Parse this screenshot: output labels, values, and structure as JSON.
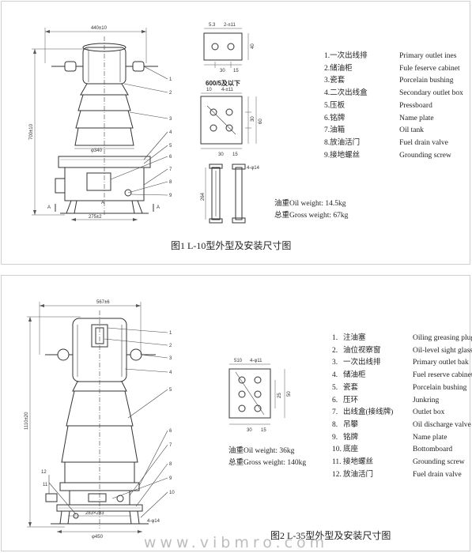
{
  "figure1": {
    "caption": "图1 L-10型外型及安装尺寸图",
    "legend": [
      {
        "num": "1.",
        "cn": "一次出线排",
        "en": "Primary outlet ines"
      },
      {
        "num": "2.",
        "cn": "储油柜",
        "en": "Fule feserve cabinet"
      },
      {
        "num": "3.",
        "cn": "瓷套",
        "en": "Porcelain bushing"
      },
      {
        "num": "4.",
        "cn": "二次出线盒",
        "en": "Secondary outlet box"
      },
      {
        "num": "5.",
        "cn": "压板",
        "en": "Pressboard"
      },
      {
        "num": "6.",
        "cn": "铭牌",
        "en": "Name plate"
      },
      {
        "num": "7.",
        "cn": "油箱",
        "en": "Oil tank"
      },
      {
        "num": "8.",
        "cn": "放油活门",
        "en": "Fuel drain valve"
      },
      {
        "num": "9.",
        "cn": "接地螺丝",
        "en": "Grounding screw"
      }
    ],
    "oil_weight": "油重Oil weight: 14.5kg",
    "gross_weight": "总重Gross weight: 67kg",
    "dims": {
      "top_width": "440±10",
      "height": "700±10",
      "diameter": "φ340",
      "base_width": "275±2",
      "section_a": "A",
      "view_a": "A",
      "view_a2": "A",
      "detail_title": "600/5及以下",
      "d_5_3": "5.3",
      "d_2_11": "2-±11",
      "d_40": "40",
      "d_30": "30",
      "d_15": "15",
      "d_10": "10",
      "d_4_11": "4-±11",
      "d_30b": "30",
      "d_15b": "15",
      "d_60": "60",
      "d_30v": "30",
      "d_264": "264",
      "d_4_14": "4-φ14",
      "callouts": [
        "1",
        "2",
        "3",
        "4",
        "5",
        "6",
        "7",
        "8",
        "9"
      ]
    }
  },
  "figure2": {
    "caption": "图2 L-35型外型及安装尺寸图",
    "legend": [
      {
        "num": "1.",
        "cn": "注油塞",
        "en": "Oiling greasing plug"
      },
      {
        "num": "2.",
        "cn": "油位视察窗",
        "en": "Oil-level sight glass"
      },
      {
        "num": "3.",
        "cn": "一次出线排",
        "en": "Primary outlet bak"
      },
      {
        "num": "4.",
        "cn": "储油柜",
        "en": "Fuel reserve cabinet"
      },
      {
        "num": "5.",
        "cn": "瓷套",
        "en": "Porcelain bushing"
      },
      {
        "num": "6.",
        "cn": "压环",
        "en": "Junkring"
      },
      {
        "num": "7.",
        "cn": "出线盒(接线牌)",
        "en": "Outlet box"
      },
      {
        "num": "8.",
        "cn": "吊攀",
        "en": "Oil discharge valve"
      },
      {
        "num": "9.",
        "cn": "铭牌",
        "en": "Name plate"
      },
      {
        "num": "10.",
        "cn": "底座",
        "en": "Bottomboard"
      },
      {
        "num": "11.",
        "cn": "接地螺丝",
        "en": "Grounding screw"
      },
      {
        "num": "12.",
        "cn": "放油活门",
        "en": "Fuel drain valve"
      }
    ],
    "oil_weight": "油重Oil weight: 36kg",
    "gross_weight": "总重Gross weight: 140kg",
    "dims": {
      "top_width": "567±6",
      "height": "1110±20",
      "base_width": "283×283",
      "diameter": "φ450",
      "holes": "4-φ14",
      "d_510": "510",
      "d_4_11": "4-φ11",
      "d_30": "30",
      "d_15": "15",
      "d_25": "25",
      "d_50": "50",
      "callouts": [
        "1",
        "2",
        "3",
        "4",
        "5",
        "6",
        "7",
        "8",
        "9",
        "10",
        "11",
        "12"
      ]
    }
  },
  "watermark": "www.vibmro.com"
}
